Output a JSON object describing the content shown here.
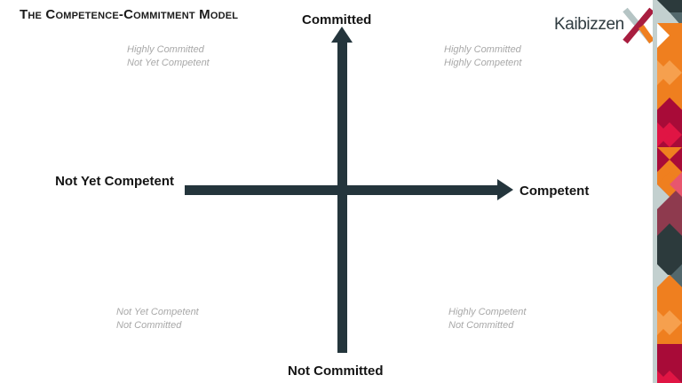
{
  "slide": {
    "title": "The Competence-Commitment Model",
    "background_color": "#ffffff"
  },
  "logo": {
    "wordmark": "Kaibizzen",
    "mark_name": "x-icon",
    "text_color": "#2f3b40",
    "mark_colors": [
      "#a81d3f",
      "#b5c4c4",
      "#ef7f1f"
    ]
  },
  "axes": {
    "color": "#24353c",
    "vertical": {
      "top_label": "Committed",
      "bottom_label": "Not Committed",
      "arrow": "up"
    },
    "horizontal": {
      "left_label": "Not Yet Competent",
      "right_label": "Competent",
      "arrow": "right"
    }
  },
  "quadrants": {
    "text_color": "#a8a8a8",
    "top_left": {
      "line1": "Highly Committed",
      "line2": "Not Yet Competent"
    },
    "top_right": {
      "line1": "Highly Committed",
      "line2": "Highly Competent"
    },
    "bottom_left": {
      "line1": "Not Yet Competent",
      "line2": "Not Committed"
    },
    "bottom_right": {
      "line1": "Highly Competent",
      "line2": "Not Committed"
    }
  },
  "decor_strip": {
    "name": "diamond-pattern-strip",
    "colors": {
      "orange": "#ef7f1f",
      "light_orange": "#f6a04e",
      "crimson": "#a80b38",
      "dark_red": "#9c1039",
      "pink": "#e8325c",
      "mauve": "#8e3a4e",
      "dark_teal": "#2c3a3c",
      "slate": "#53686c",
      "pale": "#c3d0cf"
    }
  }
}
